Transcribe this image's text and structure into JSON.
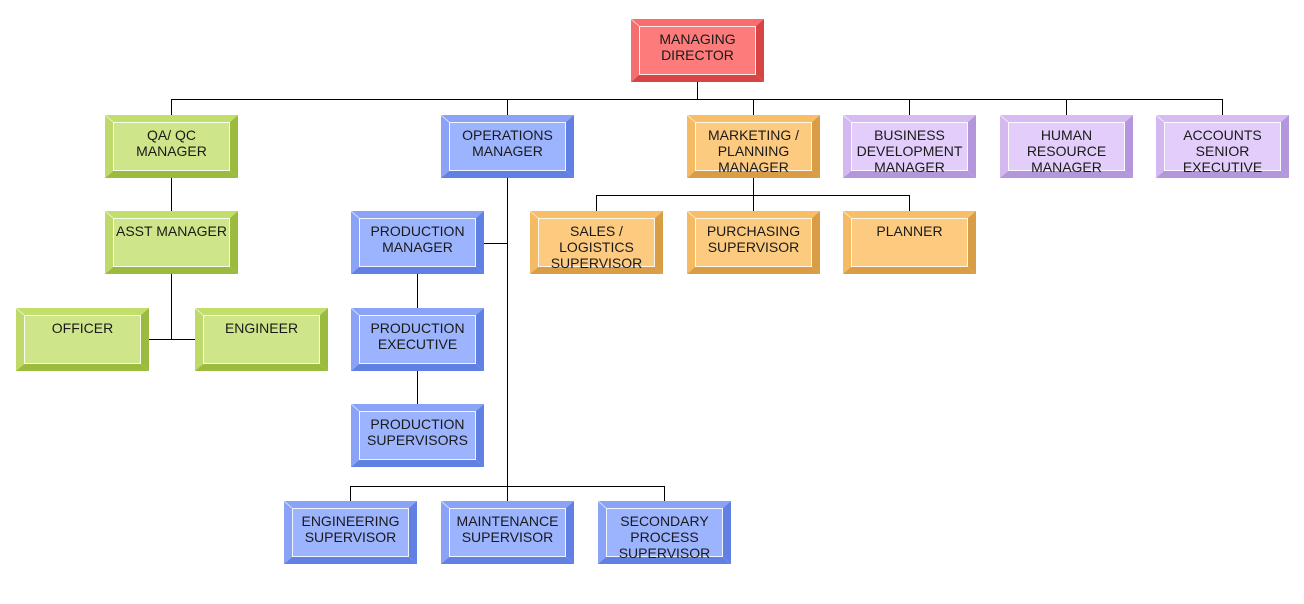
{
  "palettes": {
    "red": {
      "face": "#fd7b7b",
      "top": "#fb6c6c",
      "left": "#f47070",
      "right": "#d84343",
      "bottom": "#d84343"
    },
    "green": {
      "face": "#cfe589",
      "top": "#c2de6b",
      "left": "#bfd96a",
      "right": "#9bbb3e",
      "bottom": "#9bbb3e"
    },
    "blue": {
      "face": "#9cb3fd",
      "top": "#8aa3f6",
      "left": "#8aa3f6",
      "right": "#6180e4",
      "bottom": "#6180e4"
    },
    "orange": {
      "face": "#fdcb80",
      "top": "#f9bf67",
      "left": "#f4ba64",
      "right": "#d89d45",
      "bottom": "#d89d45"
    },
    "purple": {
      "face": "#e3cdfb",
      "top": "#d7bcf4",
      "left": "#d4b9f1",
      "right": "#b396dc",
      "bottom": "#b396dc"
    }
  },
  "nodes": [
    {
      "id": "managing-director",
      "label": "MANAGING\nDIRECTOR",
      "palette": "red"
    },
    {
      "id": "qa-qc-manager",
      "label": "QA/ QC\nMANAGER",
      "palette": "green"
    },
    {
      "id": "asst-manager",
      "label": "ASST MANAGER",
      "palette": "green"
    },
    {
      "id": "officer",
      "label": "OFFICER",
      "palette": "green"
    },
    {
      "id": "engineer",
      "label": "ENGINEER",
      "palette": "green"
    },
    {
      "id": "operations-manager",
      "label": "OPERATIONS\nMANAGER",
      "palette": "blue"
    },
    {
      "id": "production-manager",
      "label": "PRODUCTION\nMANAGER",
      "palette": "blue"
    },
    {
      "id": "production-executive",
      "label": "PRODUCTION\nEXECUTIVE",
      "palette": "blue"
    },
    {
      "id": "production-supervisors",
      "label": "PRODUCTION\nSUPERVISORS",
      "palette": "blue"
    },
    {
      "id": "engineering-supervisor",
      "label": "ENGINEERING\nSUPERVISOR",
      "palette": "blue"
    },
    {
      "id": "maintenance-supervisor",
      "label": "MAINTENANCE\nSUPERVISOR",
      "palette": "blue"
    },
    {
      "id": "secondary-process-supervisor",
      "label": "SECONDARY\nPROCESS\nSUPERVISOR",
      "palette": "blue"
    },
    {
      "id": "marketing-planning-manager",
      "label": "MARKETING /\nPLANNING\nMANAGER",
      "palette": "orange"
    },
    {
      "id": "sales-logistics-supervisor",
      "label": "SALES /\nLOGISTICS\nSUPERVISOR",
      "palette": "orange"
    },
    {
      "id": "purchasing-supervisor",
      "label": "PURCHASING\nSUPERVISOR",
      "palette": "orange"
    },
    {
      "id": "planner",
      "label": "PLANNER",
      "palette": "orange"
    },
    {
      "id": "business-development-manager",
      "label": "BUSINESS\nDEVELOPMENT\nMANAGER",
      "palette": "purple"
    },
    {
      "id": "human-resource-manager",
      "label": "HUMAN\nRESOURCE\nMANAGER",
      "palette": "purple"
    },
    {
      "id": "accounts-senior-executive",
      "label": "ACCOUNTS\nSENIOR\nEXECUTIVE",
      "palette": "purple"
    }
  ],
  "edges": [
    [
      "managing-director",
      "qa-qc-manager"
    ],
    [
      "managing-director",
      "operations-manager"
    ],
    [
      "managing-director",
      "marketing-planning-manager"
    ],
    [
      "managing-director",
      "business-development-manager"
    ],
    [
      "managing-director",
      "human-resource-manager"
    ],
    [
      "managing-director",
      "accounts-senior-executive"
    ],
    [
      "qa-qc-manager",
      "asst-manager"
    ],
    [
      "asst-manager",
      "officer"
    ],
    [
      "asst-manager",
      "engineer"
    ],
    [
      "operations-manager",
      "production-manager"
    ],
    [
      "production-manager",
      "production-executive"
    ],
    [
      "production-executive",
      "production-supervisors"
    ],
    [
      "operations-manager",
      "engineering-supervisor"
    ],
    [
      "operations-manager",
      "maintenance-supervisor"
    ],
    [
      "operations-manager",
      "secondary-process-supervisor"
    ],
    [
      "marketing-planning-manager",
      "sales-logistics-supervisor"
    ],
    [
      "marketing-planning-manager",
      "purchasing-supervisor"
    ],
    [
      "marketing-planning-manager",
      "planner"
    ]
  ]
}
